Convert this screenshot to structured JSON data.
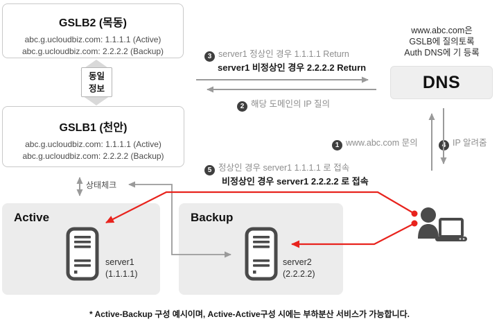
{
  "gslb2": {
    "title": "GSLB2 (목동)",
    "line1": "abc.g.ucloudbiz.com: 1.1.1.1 (Active)",
    "line2": "abc.g.ucloudbiz.com: 2.2.2.2 (Backup)"
  },
  "sync": {
    "line1": "동일",
    "line2": "정보"
  },
  "gslb1": {
    "title": "GSLB1 (천안)",
    "line1": "abc.g.ucloudbiz.com: 1.1.1.1 (Active)",
    "line2": "abc.g.ucloudbiz.com: 2.2.2.2 (Backup)"
  },
  "dns": {
    "note_line1": "www.abc.com은",
    "note_line2": "GSLB에 질의토록",
    "note_line3": "Auth DNS에 기 등록",
    "label": "DNS"
  },
  "steps": {
    "step1": {
      "num": "1",
      "text": "www.abc.com 문의"
    },
    "step2": {
      "num": "2",
      "text": "해당 도메인의 IP 질의"
    },
    "step3": {
      "num": "3",
      "line1": "server1 정상인 경우 1.1.1.1 Return",
      "line2": "server1  비정상인 경우 2.2.2.2 Return"
    },
    "step4": {
      "num": "4",
      "text": "IP 알려줌"
    },
    "step5": {
      "num": "5",
      "line1": "정상인 경우 server1 1.1.1.1 로 접속",
      "line2": "비정상인 경우 server1 2.2.2.2 로 접속"
    }
  },
  "health_check": {
    "label": "상태체크"
  },
  "zones": {
    "active": {
      "title": "Active",
      "server_name": "server1",
      "server_ip": "(1.1.1.1)"
    },
    "backup": {
      "title": "Backup",
      "server_name": "server2",
      "server_ip": "(2.2.2.2)"
    }
  },
  "footnote": "* Active-Backup 구성 예시이며, Active-Active구성 시에는 부하분산 서비스가 가능합니다.",
  "colors": {
    "accent_red": "#e8231d",
    "arrow_gray": "#9a9a9a",
    "badge": "#3f3f3f",
    "zone_bg": "#ececec",
    "dns_bg": "#efefef"
  }
}
